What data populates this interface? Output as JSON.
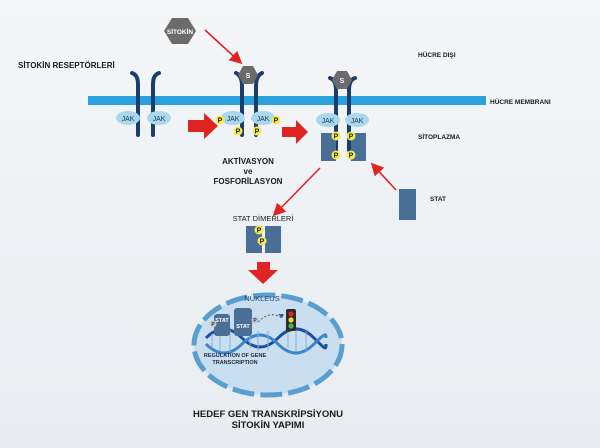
{
  "labels": {
    "cytokine": "SİTOKİN",
    "extracellular": "HÜCRE DIŞI",
    "receptors": "SİTOKİN RESEPTÖRLERİ",
    "membrane": "HÜCRE MEMBRANI",
    "cytoplasm": "SİTOPLAZMA",
    "jak": "JAK",
    "s": "S",
    "p": "P",
    "activation_line1": "AKTİVASYON",
    "activation_line2": "ve",
    "activation_line3": "FOSFORİLASYON",
    "stat": "STAT",
    "stat_dimers": "STAT DİMERLERİ",
    "nucleus": "NÜKLEUS",
    "regulation_line1": "REGULATION OF GENE",
    "regulation_line2": "TRANSCRIPTION",
    "final_line1": "HEDEF GEN TRANSKRİPSİYONU",
    "final_line2": "SİTOKİN YAPIMI"
  },
  "colors": {
    "membrane": "#2aa1dc",
    "receptor": "#1b3d6e",
    "jak": "#a9d8ee",
    "stat": "#4a6f96",
    "phospho": "#f5ea4a",
    "cytokine": "#6b6b6b",
    "arrow": "#e02424",
    "nucleus": "#c9dff0",
    "dna1": "#1f4f9a",
    "dna2": "#3b86c8"
  }
}
